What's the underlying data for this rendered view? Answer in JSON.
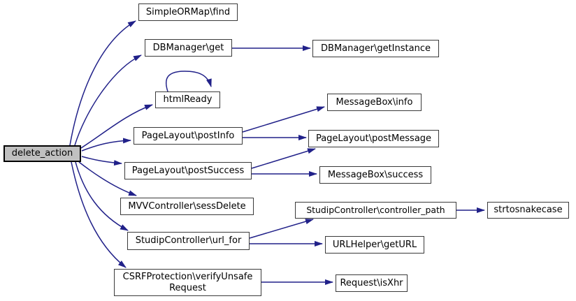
{
  "graph": {
    "type": "call-graph",
    "root": "delete_action",
    "nodes": [
      {
        "id": "delete_action",
        "label": "delete_action"
      },
      {
        "id": "SimpleORMap-find",
        "label": "SimpleORMap\\find"
      },
      {
        "id": "DBManager-get",
        "label": "DBManager\\get"
      },
      {
        "id": "DBManager-getInstance",
        "label": "DBManager\\getInstance"
      },
      {
        "id": "htmlReady",
        "label": "htmlReady"
      },
      {
        "id": "PageLayout-postInfo",
        "label": "PageLayout\\postInfo"
      },
      {
        "id": "MessageBox-info",
        "label": "MessageBox\\info"
      },
      {
        "id": "PageLayout-postMessage",
        "label": "PageLayout\\postMessage"
      },
      {
        "id": "PageLayout-postSuccess",
        "label": "PageLayout\\postSuccess"
      },
      {
        "id": "MessageBox-success",
        "label": "MessageBox\\success"
      },
      {
        "id": "MVVController-sessDelete",
        "label": "MVVController\\sessDelete"
      },
      {
        "id": "StudipController-url_for",
        "label": "StudipController\\url_for"
      },
      {
        "id": "StudipController-controller_path",
        "label": "StudipController\\controller_path"
      },
      {
        "id": "strtosnakecase",
        "label": "strtosnakecase"
      },
      {
        "id": "URLHelper-getURL",
        "label": "URLHelper\\getURL"
      },
      {
        "id": "CSRFProtection-verifyUnsafeRequest",
        "label": "CSRFProtection\\verifyUnsafe\nRequest"
      },
      {
        "id": "Request-isXhr",
        "label": "Request\\isXhr"
      }
    ],
    "edges": [
      {
        "from": "delete_action",
        "to": "SimpleORMap-find"
      },
      {
        "from": "delete_action",
        "to": "DBManager-get"
      },
      {
        "from": "delete_action",
        "to": "htmlReady"
      },
      {
        "from": "delete_action",
        "to": "PageLayout-postInfo"
      },
      {
        "from": "delete_action",
        "to": "PageLayout-postSuccess"
      },
      {
        "from": "delete_action",
        "to": "MVVController-sessDelete"
      },
      {
        "from": "delete_action",
        "to": "StudipController-url_for"
      },
      {
        "from": "delete_action",
        "to": "CSRFProtection-verifyUnsafeRequest"
      },
      {
        "from": "DBManager-get",
        "to": "DBManager-getInstance"
      },
      {
        "from": "htmlReady",
        "to": "htmlReady"
      },
      {
        "from": "PageLayout-postInfo",
        "to": "MessageBox-info"
      },
      {
        "from": "PageLayout-postInfo",
        "to": "PageLayout-postMessage"
      },
      {
        "from": "PageLayout-postSuccess",
        "to": "PageLayout-postMessage"
      },
      {
        "from": "PageLayout-postSuccess",
        "to": "MessageBox-success"
      },
      {
        "from": "StudipController-url_for",
        "to": "StudipController-controller_path"
      },
      {
        "from": "StudipController-url_for",
        "to": "URLHelper-getURL"
      },
      {
        "from": "StudipController-controller_path",
        "to": "strtosnakecase"
      },
      {
        "from": "CSRFProtection-verifyUnsafeRequest",
        "to": "Request-isXhr"
      }
    ]
  },
  "colors": {
    "edge": "#212189",
    "node_border": "#3a3a3a",
    "root_fill": "#c0c0c0",
    "background": "#ffffff"
  }
}
